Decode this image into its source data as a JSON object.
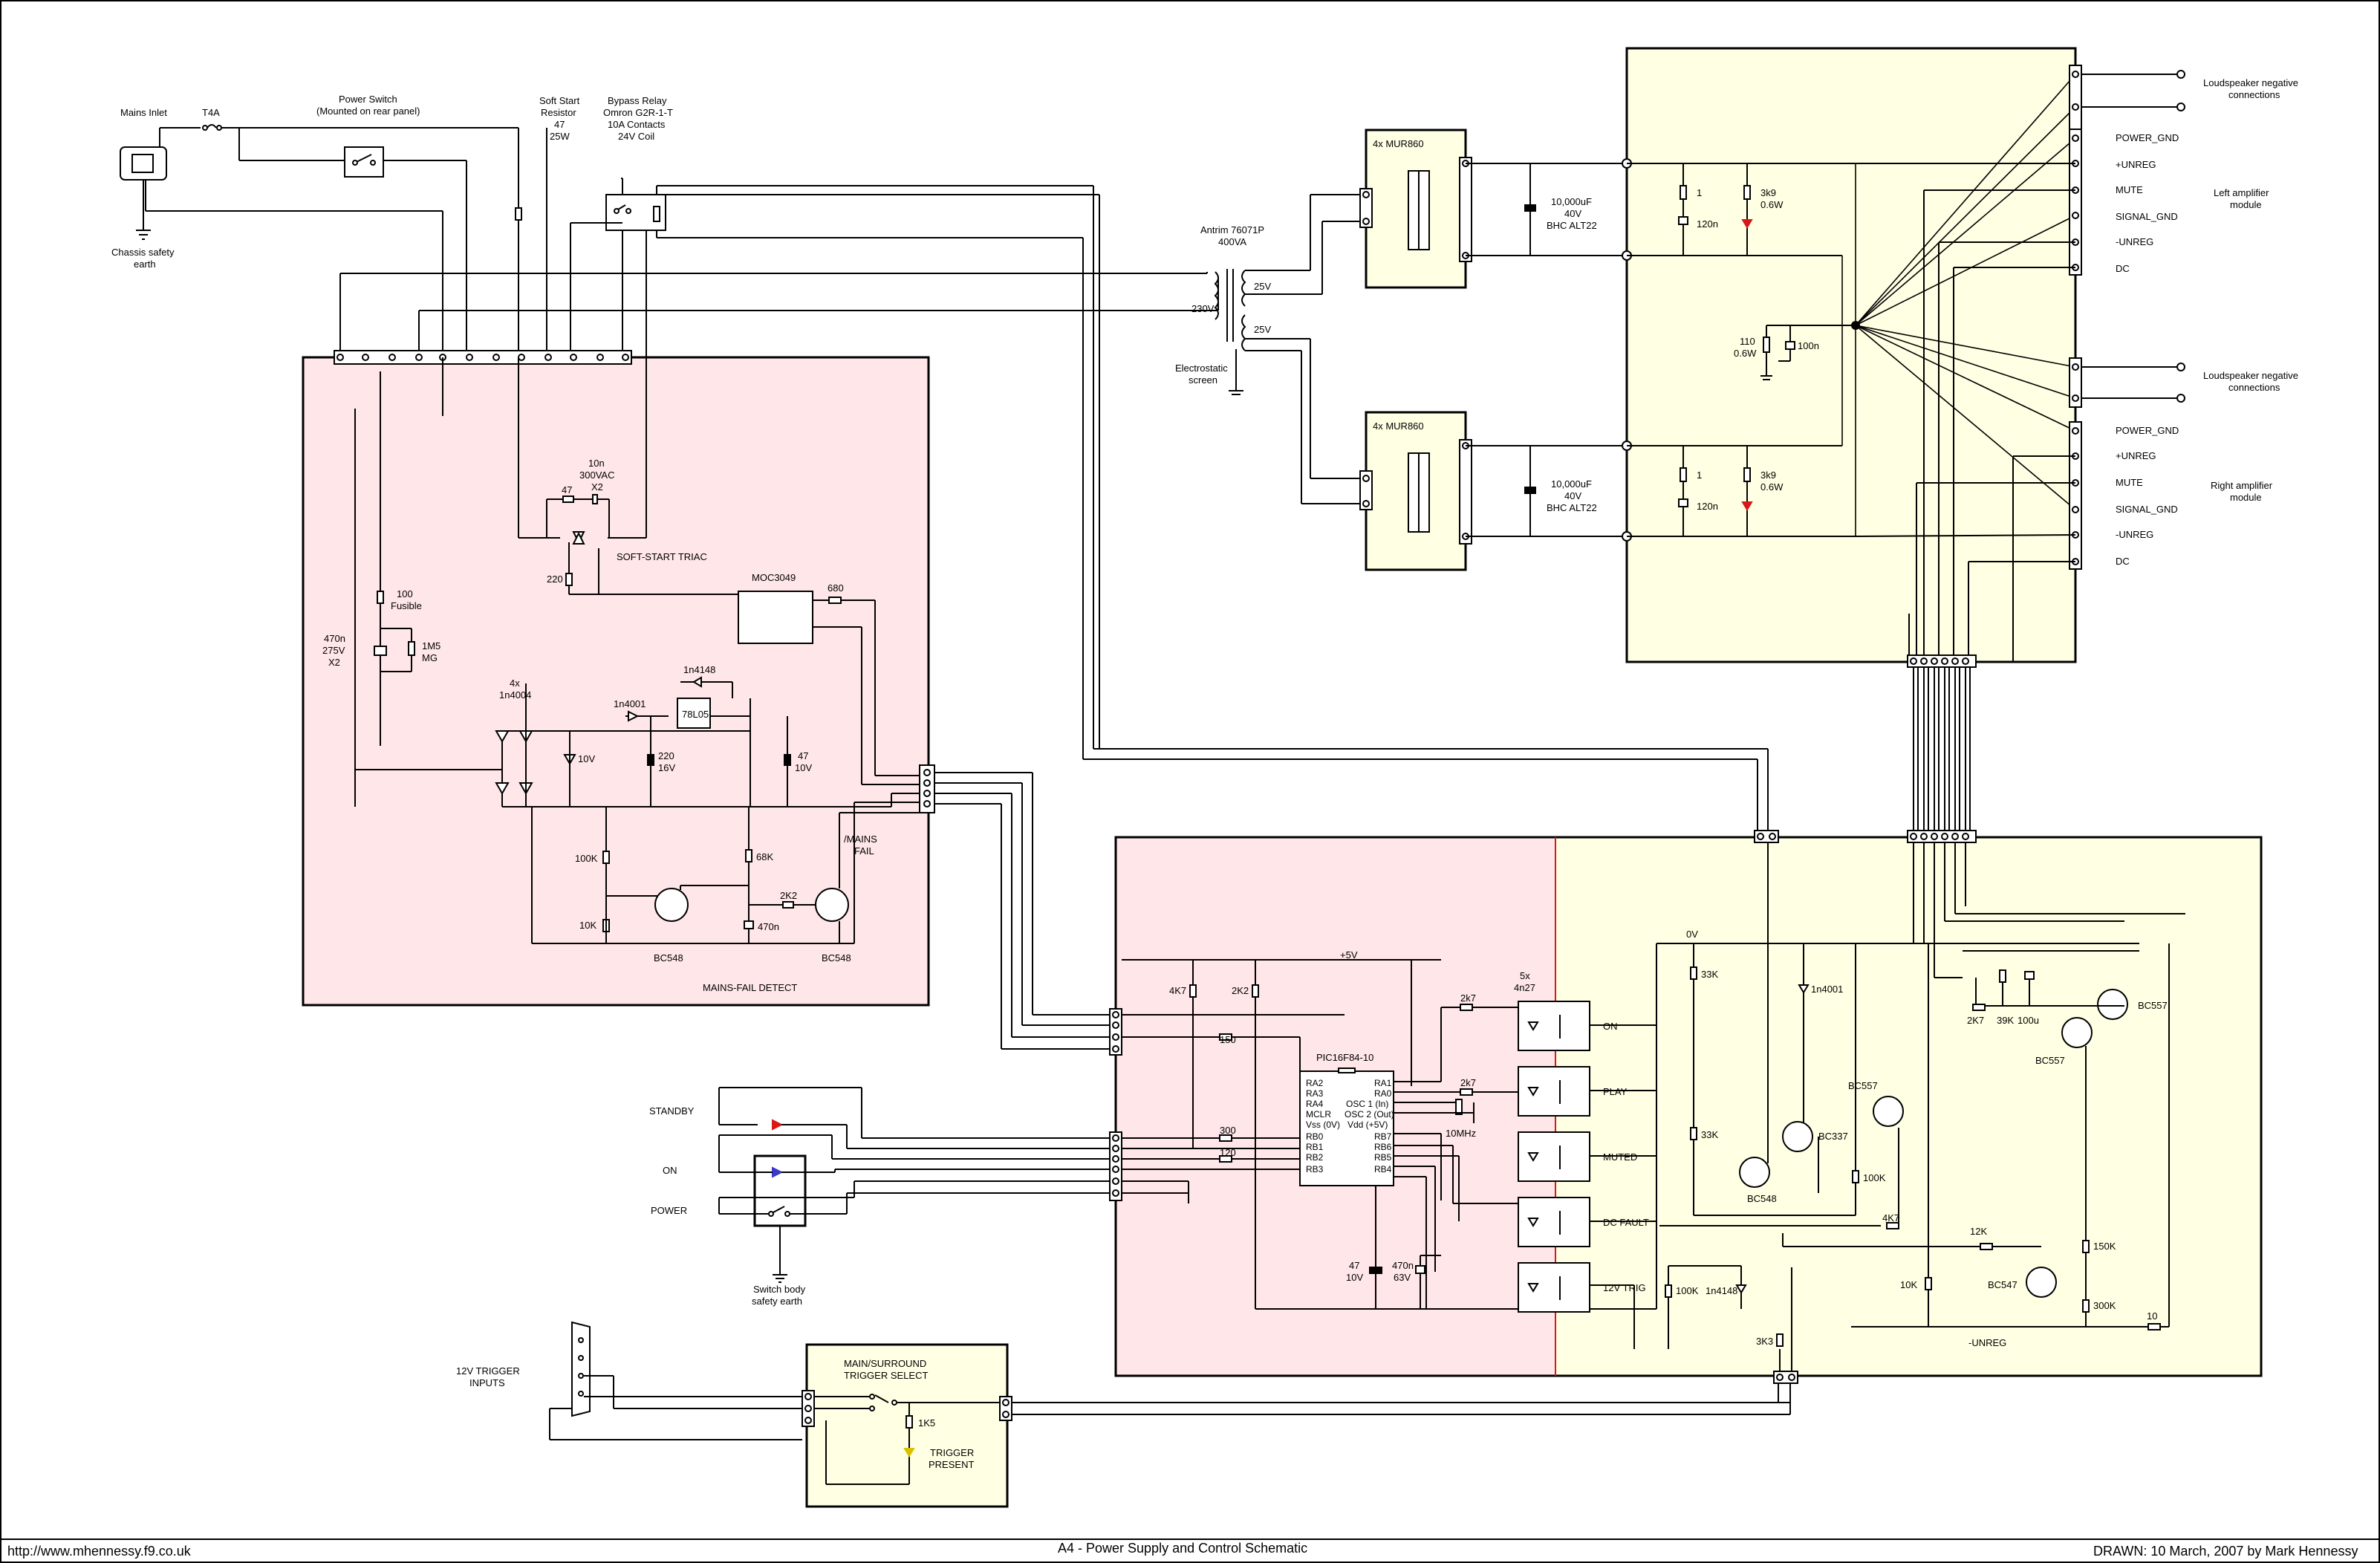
{
  "footer": {
    "url": "http://www.mhennessy.f9.co.uk",
    "title": "A4 - Power Supply and Control Schematic",
    "drawn": "DRAWN: 10 March, 2007 by Mark Hennessy"
  },
  "mains": {
    "inlet": "Mains Inlet",
    "fuse": "T4A",
    "chassis_earth": [
      "Chassis safety",
      "earth"
    ],
    "power_switch": [
      "Power Switch",
      "(Mounted on rear panel)"
    ],
    "soft_start_resistor": [
      "Soft Start",
      "Resistor",
      "47",
      "25W"
    ],
    "bypass_relay": [
      "Bypass Relay",
      "Omron G2R-1-T",
      "10A Contacts",
      "24V Coil"
    ]
  },
  "transformer": {
    "name": [
      "Antrim 76071P",
      "400VA"
    ],
    "primary": "230V",
    "secondary_a": "25V",
    "secondary_b": "25V",
    "screen": [
      "Electrostatic",
      "screen"
    ]
  },
  "rectifiers": {
    "bridge_top": "4x MUR860",
    "bridge_bottom": "4x MUR860",
    "cap_top": [
      "10,000uF",
      "40V",
      "BHC ALT22"
    ],
    "cap_bottom": [
      "10,000uF",
      "40V",
      "BHC ALT22"
    ],
    "r1_top": "1",
    "c_top": "120n",
    "r_led_top": [
      "3k9",
      "0.6W"
    ],
    "r1_bottom": "1",
    "c_bottom": "120n",
    "r_led_bottom": [
      "3k9",
      "0.6W"
    ],
    "r_star": [
      "110",
      "0.6W"
    ],
    "c_star": "100n"
  },
  "amp_connections": {
    "left": [
      "POWER_GND",
      "+UNREG",
      "MUTE",
      "SIGNAL_GND",
      "-UNREG",
      "DC"
    ],
    "right": [
      "POWER_GND",
      "+UNREG",
      "MUTE",
      "SIGNAL_GND",
      "-UNREG",
      "DC"
    ],
    "speaker_neg": [
      "Loudspeaker negative",
      "connections"
    ],
    "left_module": [
      "Left amplifier",
      "module"
    ],
    "right_module": [
      "Right amplifier",
      "module"
    ]
  },
  "mains_fail": {
    "title": "MAINS-FAIL DETECT",
    "c_x2": [
      "10n",
      "300VAC",
      "X2"
    ],
    "r47": "47",
    "triac": "SOFT-START TRIAC",
    "r220": "220",
    "opto": "MOC3049",
    "r680": "680",
    "r100": [
      "100",
      "Fusible"
    ],
    "c470n": [
      "470n",
      "275V",
      "X2"
    ],
    "r1m5": [
      "1M5",
      "MG"
    ],
    "diodes": [
      "4x",
      "1n4004"
    ],
    "d1n4001": "1n4001",
    "d1n4148": "1n4148",
    "reg": "78L05",
    "z10v": "10V",
    "c220": [
      "220",
      "16V"
    ],
    "c47": [
      "47",
      "10V"
    ],
    "r100k": "100K",
    "r10k": "10K",
    "r68k": "68K",
    "r2k2": "2K2",
    "c470n_b": "470n",
    "mains_fail_sig": [
      "/MAINS",
      "FAIL"
    ],
    "q1": "BC548",
    "q2": "BC548"
  },
  "control": {
    "rail": "+5V",
    "r4k7": "4K7",
    "r2k2": "2K2",
    "r150": "150",
    "r300": "300",
    "r120": "120",
    "mcu": "PIC16F84-10",
    "pins_left": [
      "RA2",
      "RA3",
      "RA4",
      "MCLR",
      "Vss (0V)",
      "RB0",
      "RB1",
      "RB2",
      "RB3"
    ],
    "pins_right": [
      "RA1",
      "RA0",
      "OSC 1 (In)",
      "OSC 2 (Out)",
      "Vdd (+5V)",
      "RB7",
      "RB6",
      "RB5",
      "RB4"
    ],
    "xtal": "10MHz",
    "c47": [
      "47",
      "10V"
    ],
    "c470n": [
      "470n",
      "63V"
    ],
    "r2k7a": "2k7",
    "r2k7b": "2k7",
    "opto_caps": [
      "5x",
      "4n27"
    ],
    "channels": [
      "ON",
      "PLAY",
      "MUTED",
      "DC FAULT",
      "12V TRIG"
    ],
    "zero_v": "0V",
    "r33k_a": "33K",
    "r33k_b": "33K",
    "d1n4001": "1n4001",
    "q_bc337": "BC337",
    "q_bc548": "BC548",
    "q_bc557a": "BC557",
    "q_bc557b": "BC557",
    "q_bc557c": "BC557",
    "q_bc547": "BC547",
    "r100k_a": "100K",
    "r100k_b": "100K",
    "r4k7b": "4K7",
    "r12k": "12K",
    "r10k": "10K",
    "r150k": "150K",
    "r300k": "300K",
    "r10": "10",
    "r2k7c": "2K7",
    "r39k": "39K",
    "c100u": "100u",
    "d1n4148": "1n4148",
    "r3k3": "3K3",
    "unreg": "-UNREG"
  },
  "front": {
    "standby": "STANDBY",
    "on": "ON",
    "power": "POWER",
    "switch_earth": [
      "Switch body",
      "safety earth"
    ]
  },
  "trigger": {
    "inputs": [
      "12V TRIGGER",
      "INPUTS"
    ],
    "select": [
      "MAIN/SURROUND",
      "TRIGGER SELECT"
    ],
    "r1k5": "1K5",
    "present": [
      "TRIGGER",
      "PRESENT"
    ]
  },
  "colors": {
    "pink": "#FFE6E8",
    "yellow": "#FFFFE3",
    "red_led": "#D81818",
    "blue_led": "#3A3AC8",
    "yellow_led": "#D8C000"
  }
}
